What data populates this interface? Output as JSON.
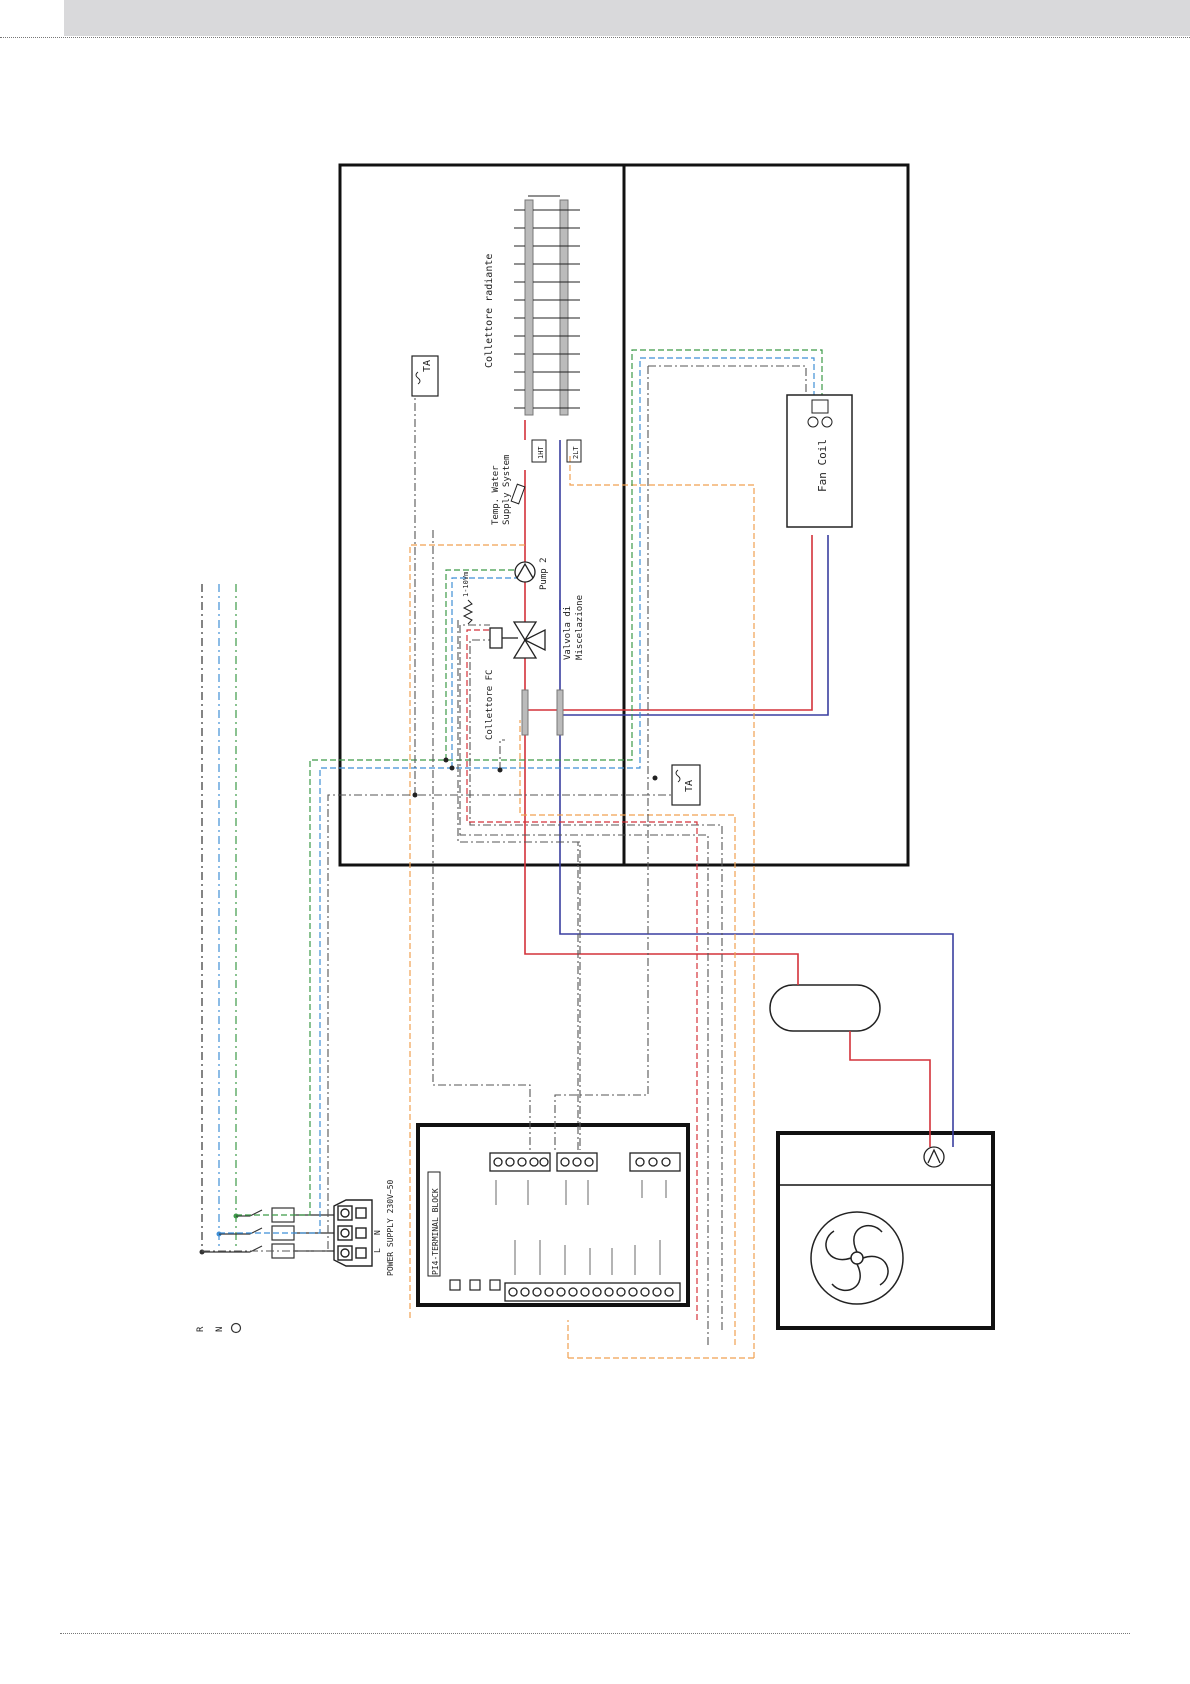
{
  "labels": {
    "collettore_radiante": "Collettore radiante",
    "ta_top": "TA",
    "ta_right": "TA",
    "temp_water_line1": "Temp. Water",
    "temp_water_line2": "Supply System",
    "pump": "Pump 2",
    "valvola_line1": "Valvola di",
    "valvola_line2": "Miscelazione",
    "collettore_fc": "Collettore FC",
    "fan_coil": "Fan Coil",
    "sensor_1ht": "1HT",
    "sensor_2lt": "2LT",
    "power_supply": "POWER SUPPLY 230V~50",
    "terminal_block": "PI4-TERMINAL BLOCK",
    "line_l": "L",
    "line_n": "N",
    "phase_r": "R",
    "phase_n": "N",
    "resistor": "1-10Vm"
  },
  "colors": {
    "frame": "#111111",
    "red": "#d4323a",
    "blue": "#3a3fa0",
    "green": "#3c9a48",
    "lightblue": "#3f8fd6",
    "orange": "#f0a050",
    "grey": "#555555",
    "header": "#d9d9db"
  }
}
